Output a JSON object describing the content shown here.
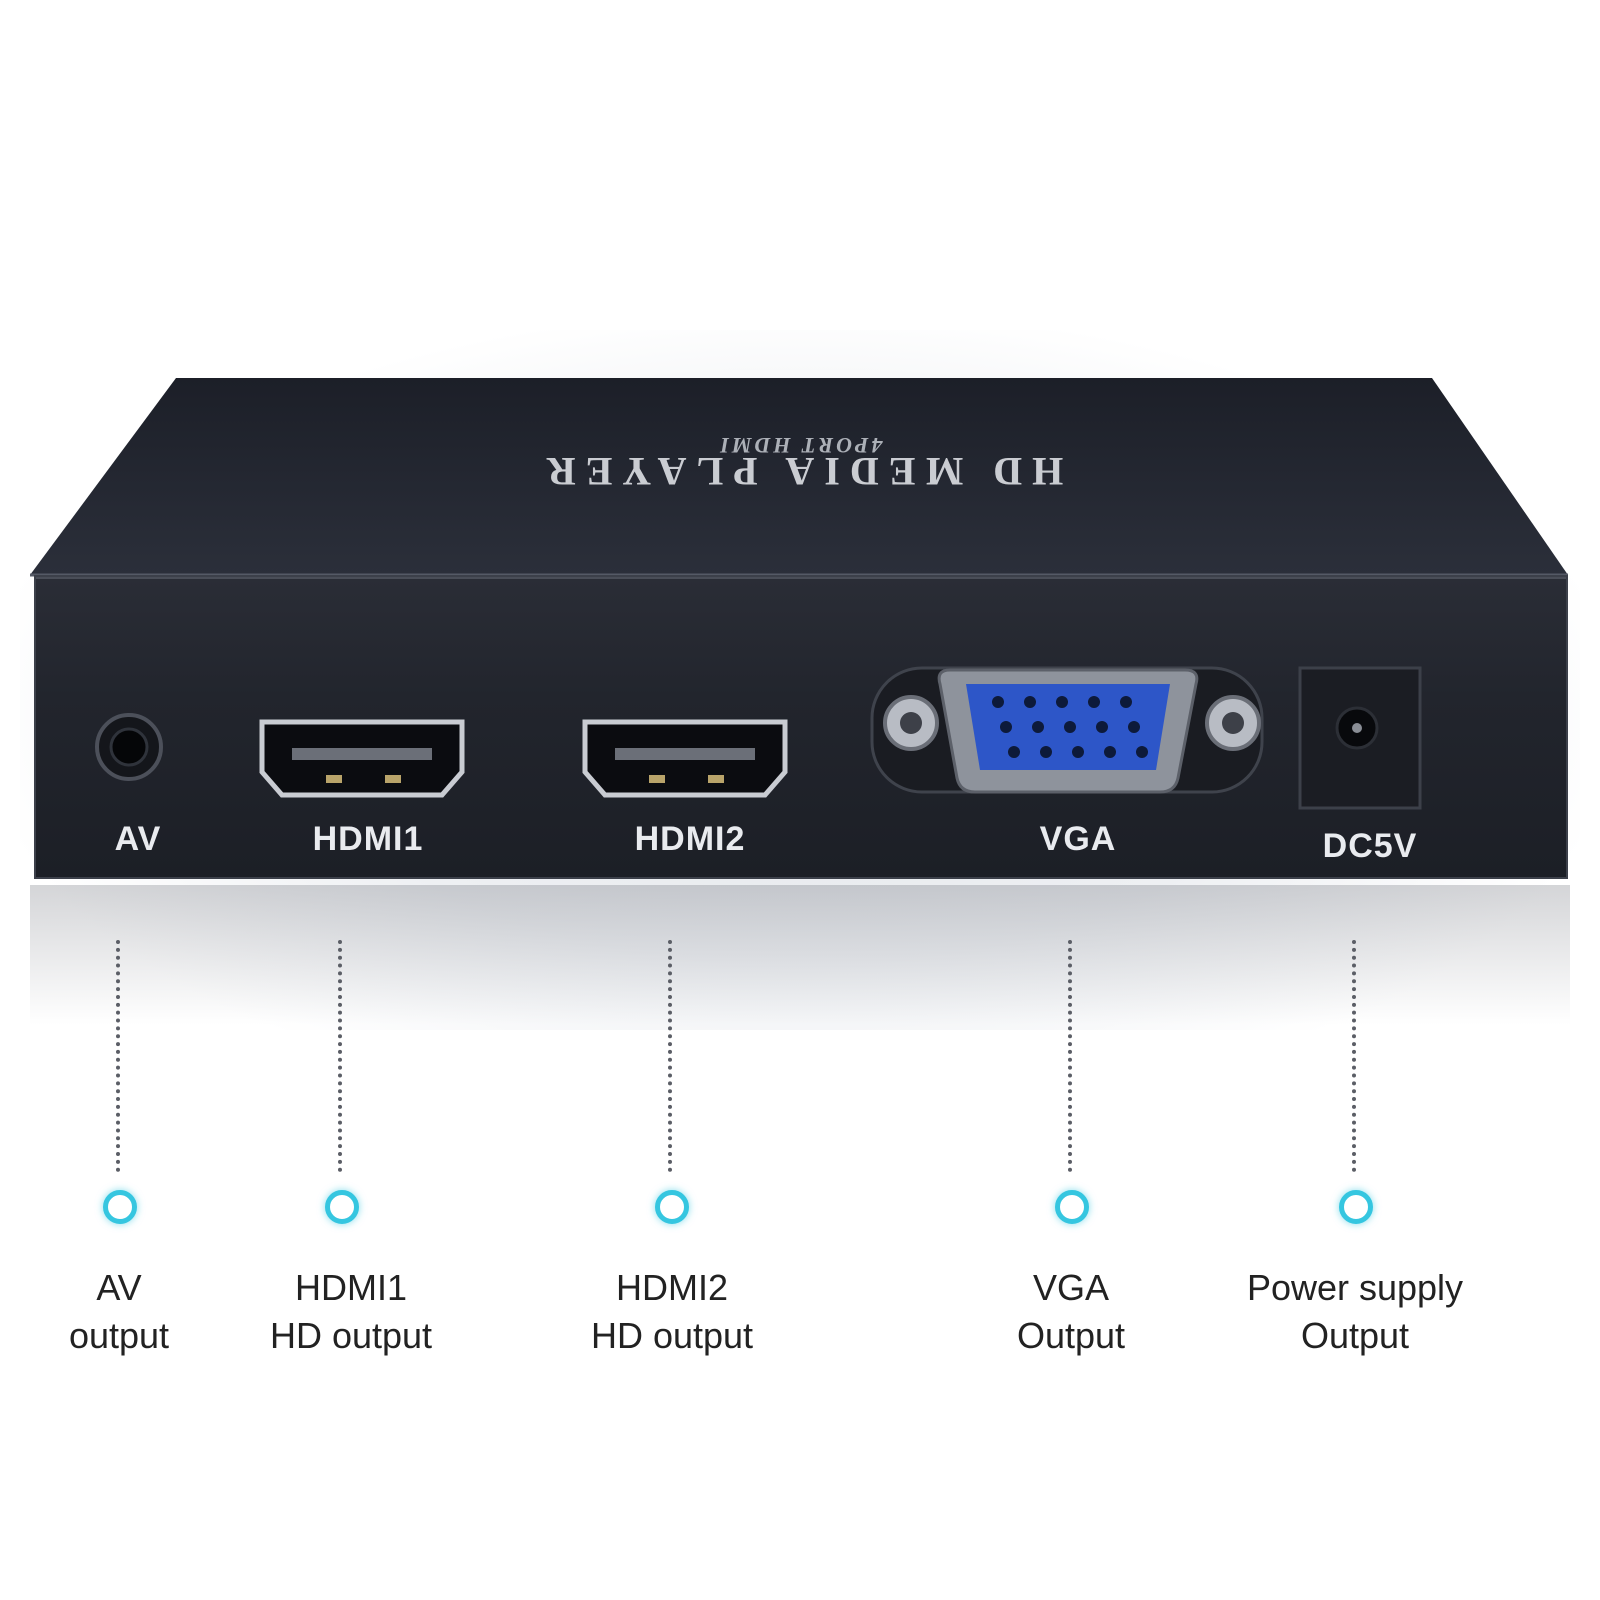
{
  "device": {
    "brand_print": "HD MEDIA PLAYER",
    "brand_sub": "4PORT HDMI",
    "panel_color": "#22252d",
    "vga_color": "#2d56c8",
    "accent_color": "#35c6e0"
  },
  "ports": [
    {
      "id": "av",
      "panel_label": "AV",
      "callout_line1": "AV",
      "callout_line2": "output",
      "icon": "audio-jack-icon"
    },
    {
      "id": "hdmi1",
      "panel_label": "HDMI1",
      "callout_line1": "HDMI1",
      "callout_line2": "HD output",
      "icon": "hdmi-port-icon"
    },
    {
      "id": "hdmi2",
      "panel_label": "HDMI2",
      "callout_line1": "HDMI2",
      "callout_line2": "HD output",
      "icon": "hdmi-port-icon"
    },
    {
      "id": "vga",
      "panel_label": "VGA",
      "callout_line1": "VGA",
      "callout_line2": "Output",
      "icon": "vga-port-icon"
    },
    {
      "id": "dc",
      "panel_label": "DC5V",
      "callout_line1": "Power supply",
      "callout_line2": "Output",
      "icon": "dc-power-jack-icon"
    }
  ]
}
